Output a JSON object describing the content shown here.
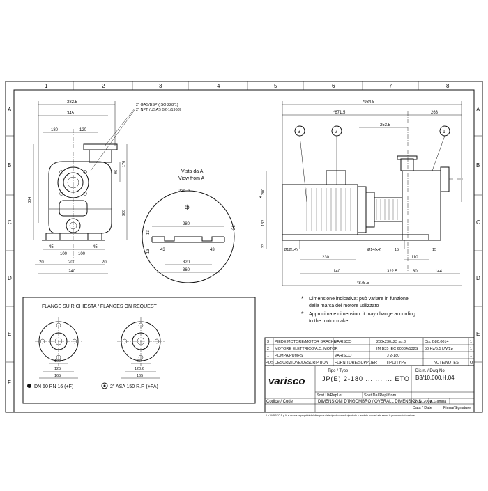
{
  "grid": {
    "columns": [
      "1",
      "2",
      "3",
      "4",
      "5",
      "6",
      "7",
      "8"
    ],
    "rows": [
      "A",
      "B",
      "C",
      "D",
      "E",
      "F"
    ]
  },
  "front_view": {
    "connection_note_1": "2\" GAS/BSP (ISO 228/1)",
    "connection_note_2": "2\" NPT (USAS B2-1/1968)",
    "dims": {
      "d382_5": "382.5",
      "d345": "345",
      "d180": "180",
      "d120": "120",
      "d96": "96",
      "d176": "176",
      "d384": "384",
      "d308": "308",
      "d45a": "45",
      "d45b": "45",
      "d100a": "100",
      "d100b": "100",
      "d20a": "20",
      "d20b": "20",
      "d200": "200",
      "d240": "240"
    }
  },
  "view_a": {
    "title_it": "Vista da A",
    "title_en": "View from A",
    "part": "Part. 3",
    "dims": {
      "d280": "280",
      "d13a": "13",
      "d21": "21",
      "d43a": "43",
      "d43b": "43",
      "d13b": "13",
      "d320": "320",
      "d360": "360"
    }
  },
  "side_view": {
    "balloons": [
      "3",
      "2",
      "1"
    ],
    "dims": {
      "d934_5": "*934.5",
      "d671_5": "*671.5",
      "d263": "263",
      "d253_5": "253.5",
      "d200": "200",
      "d132": "132",
      "d23": "23",
      "d12x4": "Ø12(x4)",
      "d14x4": "Ø14(x4)",
      "d15a": "15",
      "d15b": "15",
      "d230": "230",
      "d110": "110",
      "d140": "140",
      "d322_5": "322.5",
      "d80": "80",
      "d144": "144",
      "d875_5": "*875.5",
      "star": "*"
    }
  },
  "notes": {
    "it_1": "Dimensione indicativa: può variare in funzione",
    "it_2": "della marca del motore utilizzato",
    "en_1": "Approximate dimension: it may change according",
    "en_2": "to the motor make",
    "mark": "*"
  },
  "flanges": {
    "header": "FLANGE SU RICHIESTA / FLANGES ON REQUEST",
    "left": {
      "dims": [
        "102",
        "125",
        "165"
      ],
      "label": "DN 50 PN 16 (+F)"
    },
    "right": {
      "dims": [
        "92",
        "120.6",
        "165"
      ],
      "label": "2\" ASA 150 R.F. (+FA)"
    }
  },
  "parts_list": {
    "rows": [
      {
        "pos": "3",
        "desc": "PIEDE MOTORE/MOTOR BRACKET",
        "supplier": "VARISCO",
        "type": "280x230x23 sp.3",
        "notes": "Dis. B80.0014",
        "q": "1"
      },
      {
        "pos": "2",
        "desc": "MOTORE ELETTRICO/A.C. MOTOR",
        "supplier": "",
        "type": "IM B35 IEC 60034/132S",
        "notes": "50 Hz/5,5 kW/2p",
        "q": "1"
      },
      {
        "pos": "1",
        "desc": "POMPA/PUMPS",
        "supplier": "VARISCO",
        "type": "J 2-180",
        "notes": "",
        "q": "1"
      }
    ],
    "header": {
      "pos": "POS",
      "desc": "DESCRIZIONE/DESCRIPTION",
      "supplier": "FORNITORE/SUPPLIER",
      "type": "TIPO/TYPE",
      "notes": "NOTE/NOTES",
      "q": "Q"
    }
  },
  "title_block": {
    "logo": "varisco",
    "type_label": "Tipo / Type",
    "type_value": "JP(E) 2-180 ... ... ... ETO",
    "dwg_label": "Dis.n. / Dwg No.",
    "dwg_value": "B3/10.000.H.04",
    "sost_da": "Sost.Ut/Repl.of",
    "sost_from": "Sost.Dal/Repl.from",
    "code_label": "Codice / Code",
    "title": "DIMENSIONI D'INGOMBRO / OVERALL DIMENSIONS",
    "date": "22.12.2008",
    "author": "A.Gamba",
    "date_label": "Data / Date",
    "sign_label": "Firma/Signature",
    "disclaimer": "La VARISCO S.p.A. si riserva la proprietà del disegno e vieta riproduzione di riprodurlo o renderlo noto ad altri senza la propria autorizzazione"
  }
}
